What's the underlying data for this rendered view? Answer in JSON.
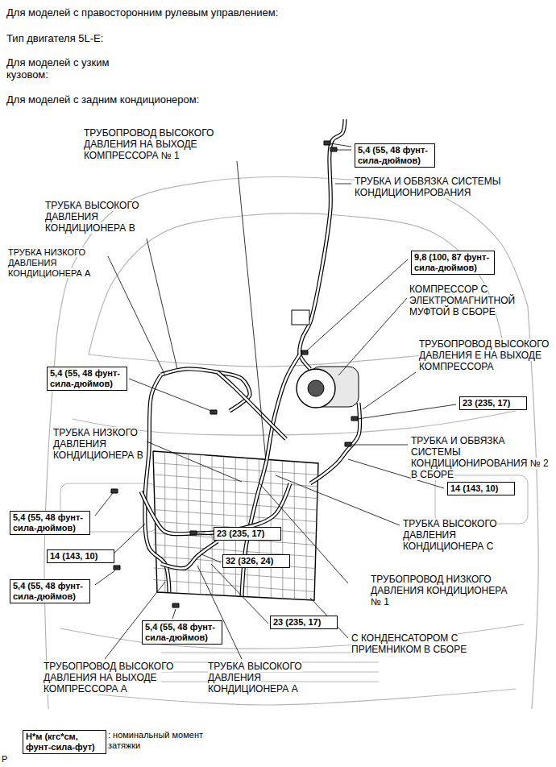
{
  "diagram": {
    "nodes": [
      {
        "text": [
          "5,4 (55, 48 фунт-сила-дюймов)"
        ]
      },
      {
        "text": [
          "9,8 (100, 87 фунт-сила-дюймов)"
        ]
      },
      {
        "text": [
          "5,4 (55, 48 фунт-сила-дюймов)"
        ]
      },
      {
        "text": [
          "23 (235, 17)"
        ]
      },
      {
        "text": [
          "14 (143, 10)"
        ]
      },
      {
        "text": [
          "5,4 (55, 48 фунт-сила-дюймов)"
        ]
      },
      {
        "text": [
          "23 (235, 17)"
        ]
      },
      {
        "text": [
          "32 (326, 24)"
        ]
      },
      {
        "text": [
          "14 (143, 10)"
        ]
      },
      {
        "text": [
          "5,4 (55, 48 фунт-сила-дюймов)"
        ]
      },
      {
        "text": [
          "23 (235, 17)"
        ]
      },
      {
        "text": [
          "5,4 (55, 48 фунт-сила-дюймов)"
        ]
      },
      {
        "text": [
          "Н*м (кгс*см, фунт-сила-фут)"
        ]
      }
    ],
    "labels": [
      "Для моделей с правосторонним рулевым управлением:",
      "Тип двигателя 5L-E:",
      "Для моделей с узким кузовом:",
      "Для моделей с задним кондиционером:",
      "ТРУБОПРОВОД ВЫСОКОГО ДАВЛЕНИЯ НА ВЫХОДЕ КОМПРЕССОРА № 1",
      "ТРУБКА И ОБВЯЗКА СИСТЕМЫ КОНДИЦИОНИРОВАНИЯ",
      "ТРУБКА ВЫСОКОГО ДАВЛЕНИЯ КОНДИЦИОНЕРА B",
      "ТРУБКА НИЗКОГО ДАВЛЕНИЯ КОНДИЦИОНЕРА A",
      "КОМПРЕССОР С ЭЛЕКТРОМАГНИТНОЙ МУФТОЙ В СБОРЕ",
      "ТРУБОПРОВОД ВЫСОКОГО ДАВЛЕНИЯ E НА ВЫХОДЕ КОМПРЕССОРА",
      "ТРУБКА НИЗКОГО ДАВЛЕНИЯ КОНДИЦИОНЕРА B",
      "ТРУБКА И ОБВЯЗКА СИСТЕМЫ КОНДИЦИОНИРОВАНИЯ № 2 В СБОРЕ",
      "ТРУБКА ВЫСОКОГО ДАВЛЕНИЯ КОНДИЦИОНЕРА C",
      "ТРУБОПРОВОД НИЗКОГО ДАВЛЕНИЯ КОНДИЦИОНЕРА № 1",
      "С КОНДЕНСАТОРОМ С ПРИЕМНИКОМ В СБОРЕ",
      "ТРУБОПРОВОД ВЫСОКОГО ДАВЛЕНИЯ НА ВЫХОДЕ КОМПРЕССОРА A",
      "ТРУБКА ВЫСОКОГО ДАВЛЕНИЯ КОНДИЦИОНЕРА A",
      ": номинальный момент затяжки",
      "P"
    ]
  }
}
